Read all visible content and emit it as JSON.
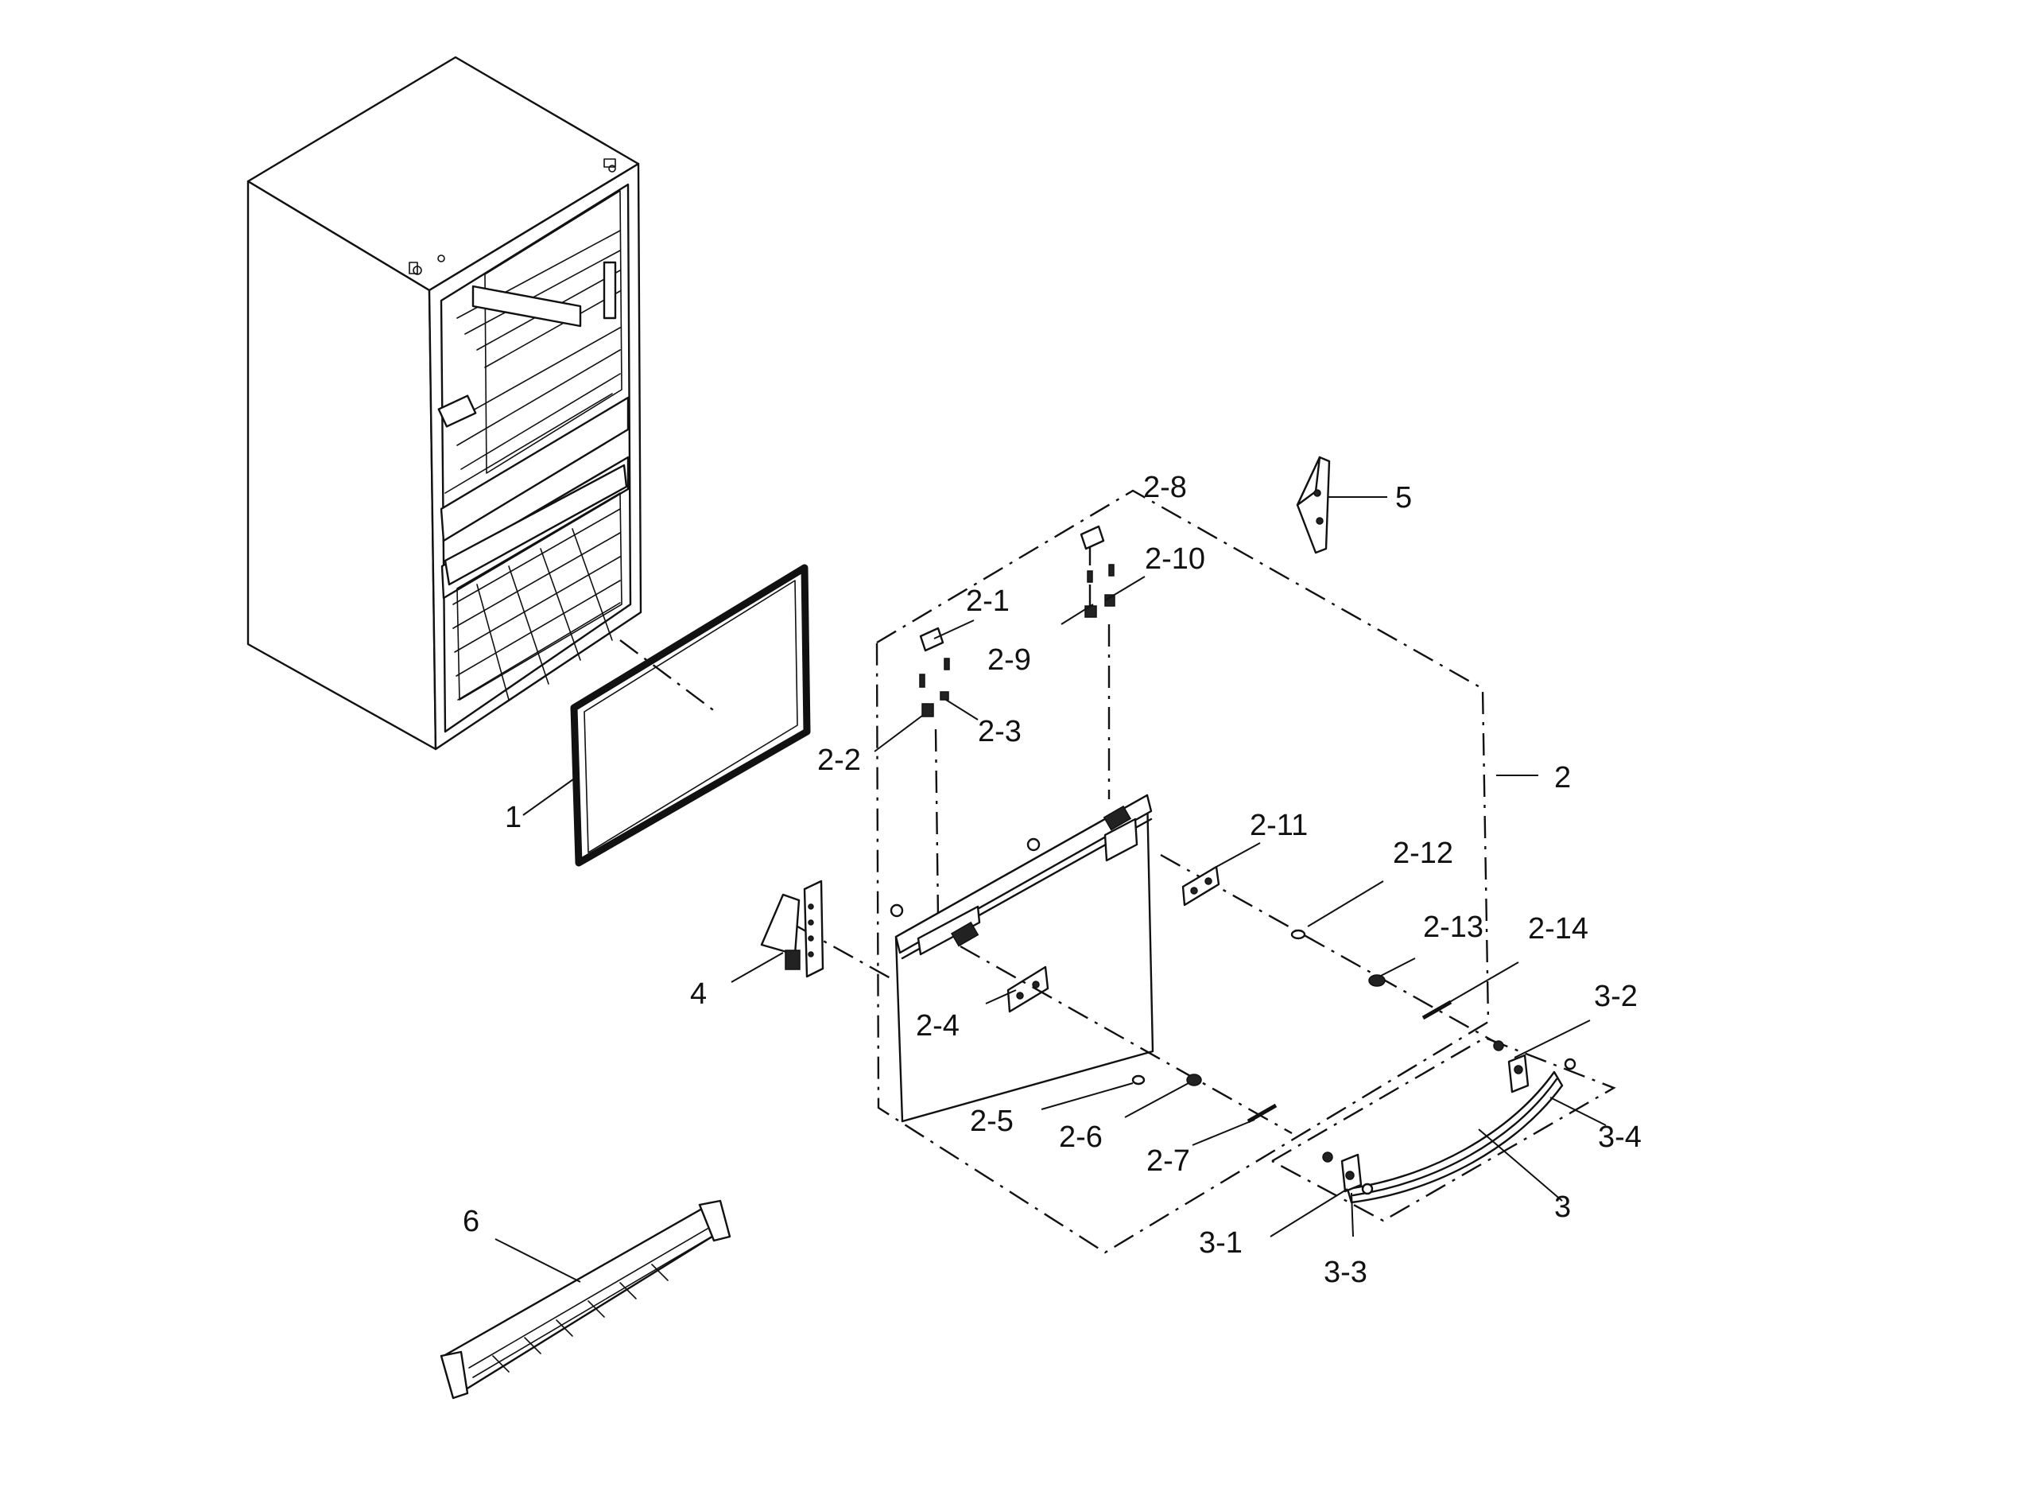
{
  "diagram": {
    "callouts": {
      "c1": "1",
      "c2": "2",
      "c2_1": "2-1",
      "c2_2": "2-2",
      "c2_3": "2-3",
      "c2_4": "2-4",
      "c2_5": "2-5",
      "c2_6": "2-6",
      "c2_7": "2-7",
      "c2_8": "2-8",
      "c2_9": "2-9",
      "c2_10": "2-10",
      "c2_11": "2-11",
      "c2_12": "2-12",
      "c2_13": "2-13",
      "c2_14": "2-14",
      "c3": "3",
      "c3_1": "3-1",
      "c3_2": "3-2",
      "c3_3": "3-3",
      "c3_4": "3-4",
      "c4": "4",
      "c5": "5",
      "c6": "6"
    }
  }
}
